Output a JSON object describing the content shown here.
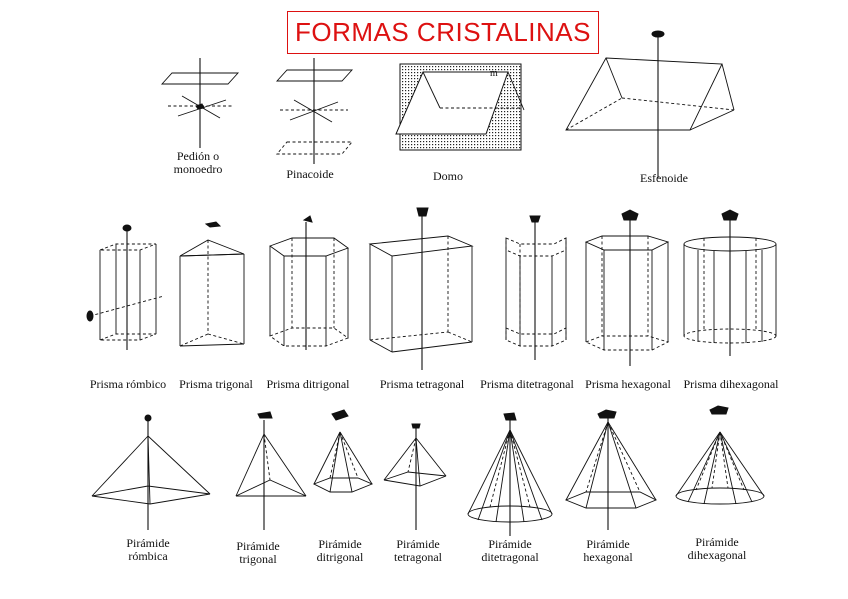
{
  "title": "FORMAS CRISTALINAS",
  "row1": {
    "labels": [
      "Pedión o\nmonoedro",
      "Pinacoide",
      "Domo",
      "Esfenoide"
    ],
    "domo_marker": "m"
  },
  "row2": {
    "labels": [
      "Prisma rómbico",
      "Prisma trigonal",
      "Prisma ditrigonal",
      "Prisma tetragonal",
      "Prisma ditetragonal",
      "Prisma hexagonal",
      "Prisma dihexagonal"
    ]
  },
  "row3": {
    "labels": [
      "Pirámide\nrómbica",
      "Pirámide\ntrigonal",
      "Pirámide\nditrigonal",
      "Pirámide\ntetragonal",
      "Pirámide\nditetragonal",
      "Pirámide\nhexagonal",
      "Pirámide\ndihexagonal"
    ]
  }
}
